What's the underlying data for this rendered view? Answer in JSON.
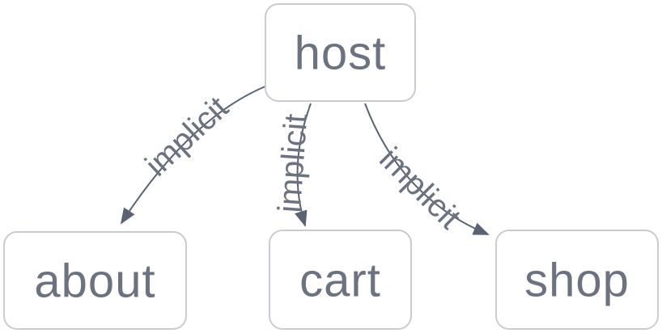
{
  "diagram": {
    "type": "flowchart",
    "background": "#ffffff",
    "colors": {
      "node_fill": "#ffffff",
      "node_border": "#c8ccd2",
      "node_text": "#6b7280",
      "edge": "#5a6372",
      "edge_label_text": "#6b7280"
    },
    "nodes": [
      {
        "id": "host",
        "label": "host"
      },
      {
        "id": "about",
        "label": "about"
      },
      {
        "id": "cart",
        "label": "cart"
      },
      {
        "id": "shop",
        "label": "shop"
      }
    ],
    "edges": [
      {
        "from": "host",
        "to": "about",
        "label": "implicit"
      },
      {
        "from": "host",
        "to": "cart",
        "label": "implicit"
      },
      {
        "from": "host",
        "to": "shop",
        "label": "implicit"
      }
    ]
  }
}
